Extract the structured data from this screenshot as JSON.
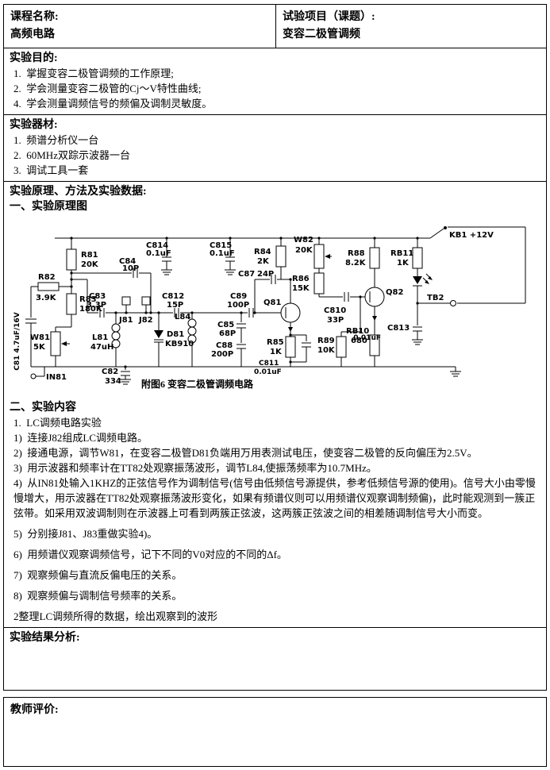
{
  "header": {
    "course_label": "课程名称:",
    "course_value": "高频电路",
    "project_label": "试验项目（课题）:",
    "project_value": "变容二极管调频"
  },
  "purpose": {
    "title": "实验目的:",
    "items": [
      "1.  掌握变容二极管调频的工作原理;",
      "2.  学会测量变容二极管的Cj～V特性曲线;",
      "4.  学会测量调频信号的频偏及调制灵敏度。"
    ]
  },
  "equipment": {
    "title": "实验器材:",
    "items": [
      "1.  频谱分析仪一台",
      "2.  60MHz双踪示波器一台",
      "3.  调试工具一套"
    ]
  },
  "principle": {
    "title": "实验原理、方法及实验数据:",
    "subtitle": "一、实验原理图"
  },
  "circuit": {
    "caption": "附图6  变容二极管调频电路",
    "components": {
      "c81": {
        "name": "C81 4.7uF/16V"
      },
      "r81": {
        "name": "R81",
        "value": "20K"
      },
      "r82": {
        "name": "R82",
        "value": "3.9K"
      },
      "r83": {
        "name": "R83",
        "value": "180K"
      },
      "w81": {
        "name": "W81",
        "value": "5K"
      },
      "c83": {
        "name": "C83",
        "value": "3.3P"
      },
      "c84": {
        "name": "C84",
        "value": "10P"
      },
      "c814": {
        "name": "C814",
        "value": "0.1uF"
      },
      "c815": {
        "name": "C815",
        "value": "0.1uF"
      },
      "r84": {
        "name": "R84",
        "value": "2K"
      },
      "c87": {
        "name": "C87",
        "value": "24P"
      },
      "w82": {
        "name": "W82",
        "value": "20K"
      },
      "r86": {
        "name": "R86",
        "value": "15K"
      },
      "r88": {
        "name": "R88",
        "value": "8.2K"
      },
      "rb11": {
        "name": "RB11",
        "value": "1K"
      },
      "kb1": {
        "name": "KB1 +12V"
      },
      "j81": {
        "name": "J81"
      },
      "j82": {
        "name": "J82"
      },
      "c812": {
        "name": "C812",
        "value": "15P"
      },
      "l81": {
        "name": "L81",
        "value": "47uH"
      },
      "l84": {
        "name": "L84"
      },
      "d81": {
        "name": "D81",
        "value": "KB910"
      },
      "c82": {
        "name": "C82",
        "value": "334"
      },
      "c89": {
        "name": "C89",
        "value": "100P"
      },
      "c85": {
        "name": "C85",
        "value": "68P"
      },
      "c88": {
        "name": "C88",
        "value": "200P"
      },
      "q81": {
        "name": "Q81"
      },
      "q82": {
        "name": "Q82"
      },
      "c810": {
        "name": "C810",
        "value": "33P"
      },
      "r85": {
        "name": "R85",
        "value": "1K"
      },
      "c811": {
        "name": "C811",
        "value": "0.01uF"
      },
      "r89": {
        "name": "R89",
        "value": "10K"
      },
      "rb10": {
        "name": "RB10",
        "value": "680"
      },
      "tb2": {
        "name": "TB2"
      },
      "c813": {
        "name": "C813",
        "value": "0.01uF"
      },
      "in81": {
        "name": "IN81"
      }
    }
  },
  "content": {
    "title": "二、实验内容",
    "items": [
      "1.  LC调频电路实验",
      "1)  连接J82组成LC调频电路。",
      "2)  接通电源，调节W81，在变容二极管D81负端用万用表测试电压，使变容二极管的反向偏压为2.5V。",
      "3)  用示波器和频率计在TT82处观察振荡波形，调节L84,使振荡频率为10.7MHz。",
      "4)  从IN81处输入1KHZ的正弦信号作为调制信号(信号由低频信号源提供，参考低频信号源的使用)。信号大小由零慢慢增大，用示波器在TT82处观察振荡波形变化，如果有频谱仪则可以用频谱仪观察调制频偏)，此时能观测到一簇正弦带。如采用双波调制则在示波器上可看到两簇正弦波，这两簇正弦波之间的相差随调制信号大小而变。",
      "5)  分别接J81、J83重做实验4)。",
      "6)  用频谱仪观察调频信号，记下不同的V0对应的不同的Δf。",
      "7)  观察频偏与直流反偏电压的关系。",
      "8)  观察频偏与调制信号频率的关系。",
      "2整理LC调频所得的数据，绘出观察到的波形"
    ]
  },
  "analysis": {
    "title": "实验结果分析:"
  },
  "evaluation": {
    "title": "教师评价:"
  }
}
